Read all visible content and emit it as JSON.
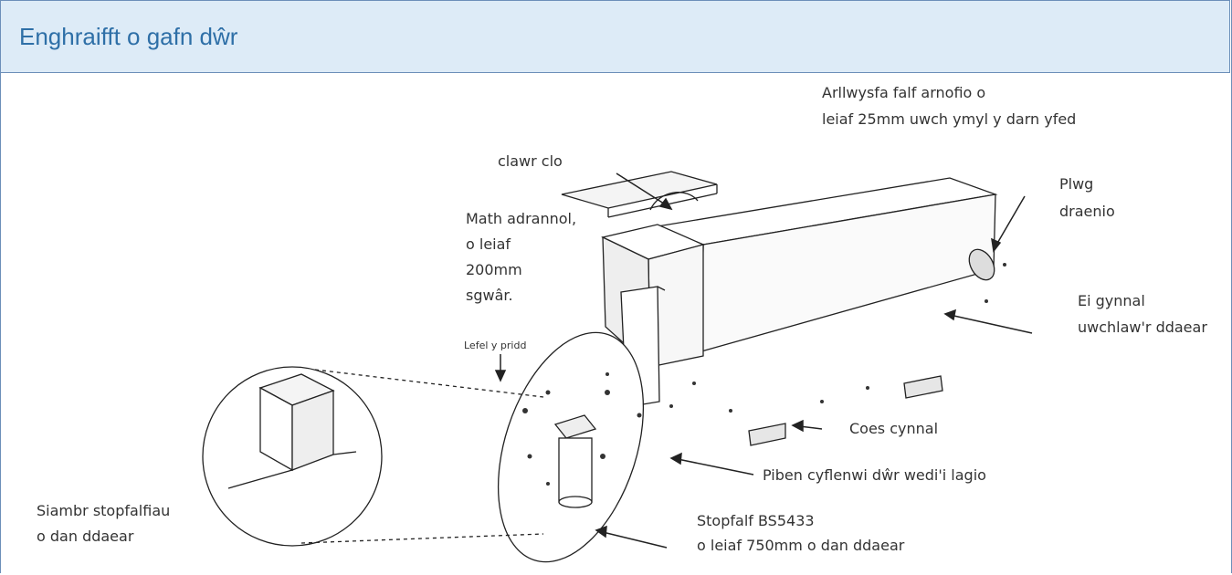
{
  "header": {
    "title": "Enghraifft o gafn dŵr"
  },
  "diagram": {
    "labels": {
      "lid": "clawr clo",
      "float_valve_1": "Arllwysfa falf arnofio o",
      "float_valve_2": "leiaf 25mm uwch ymyl y darn yfed",
      "drain_1": "Plwg",
      "drain_2": "draenio",
      "section_1": "Math adrannol,",
      "section_2": "o leiaf",
      "section_3": "200mm",
      "section_4": "sgwâr.",
      "support_1": "Ei gynnal",
      "support_2": "uwchlaw'r ddaear",
      "leg": "Coes cynnal",
      "ground": "Lefel y pridd",
      "pipe": "Piben cyflenwi dŵr wedi'i lagio",
      "chamber_1": "Siambr stopfalfiau",
      "chamber_2": "o dan ddaear",
      "stopvalve_1": "Stopfalf BS5433",
      "stopvalve_2": "o leiaf 750mm o dan ddaear"
    }
  }
}
